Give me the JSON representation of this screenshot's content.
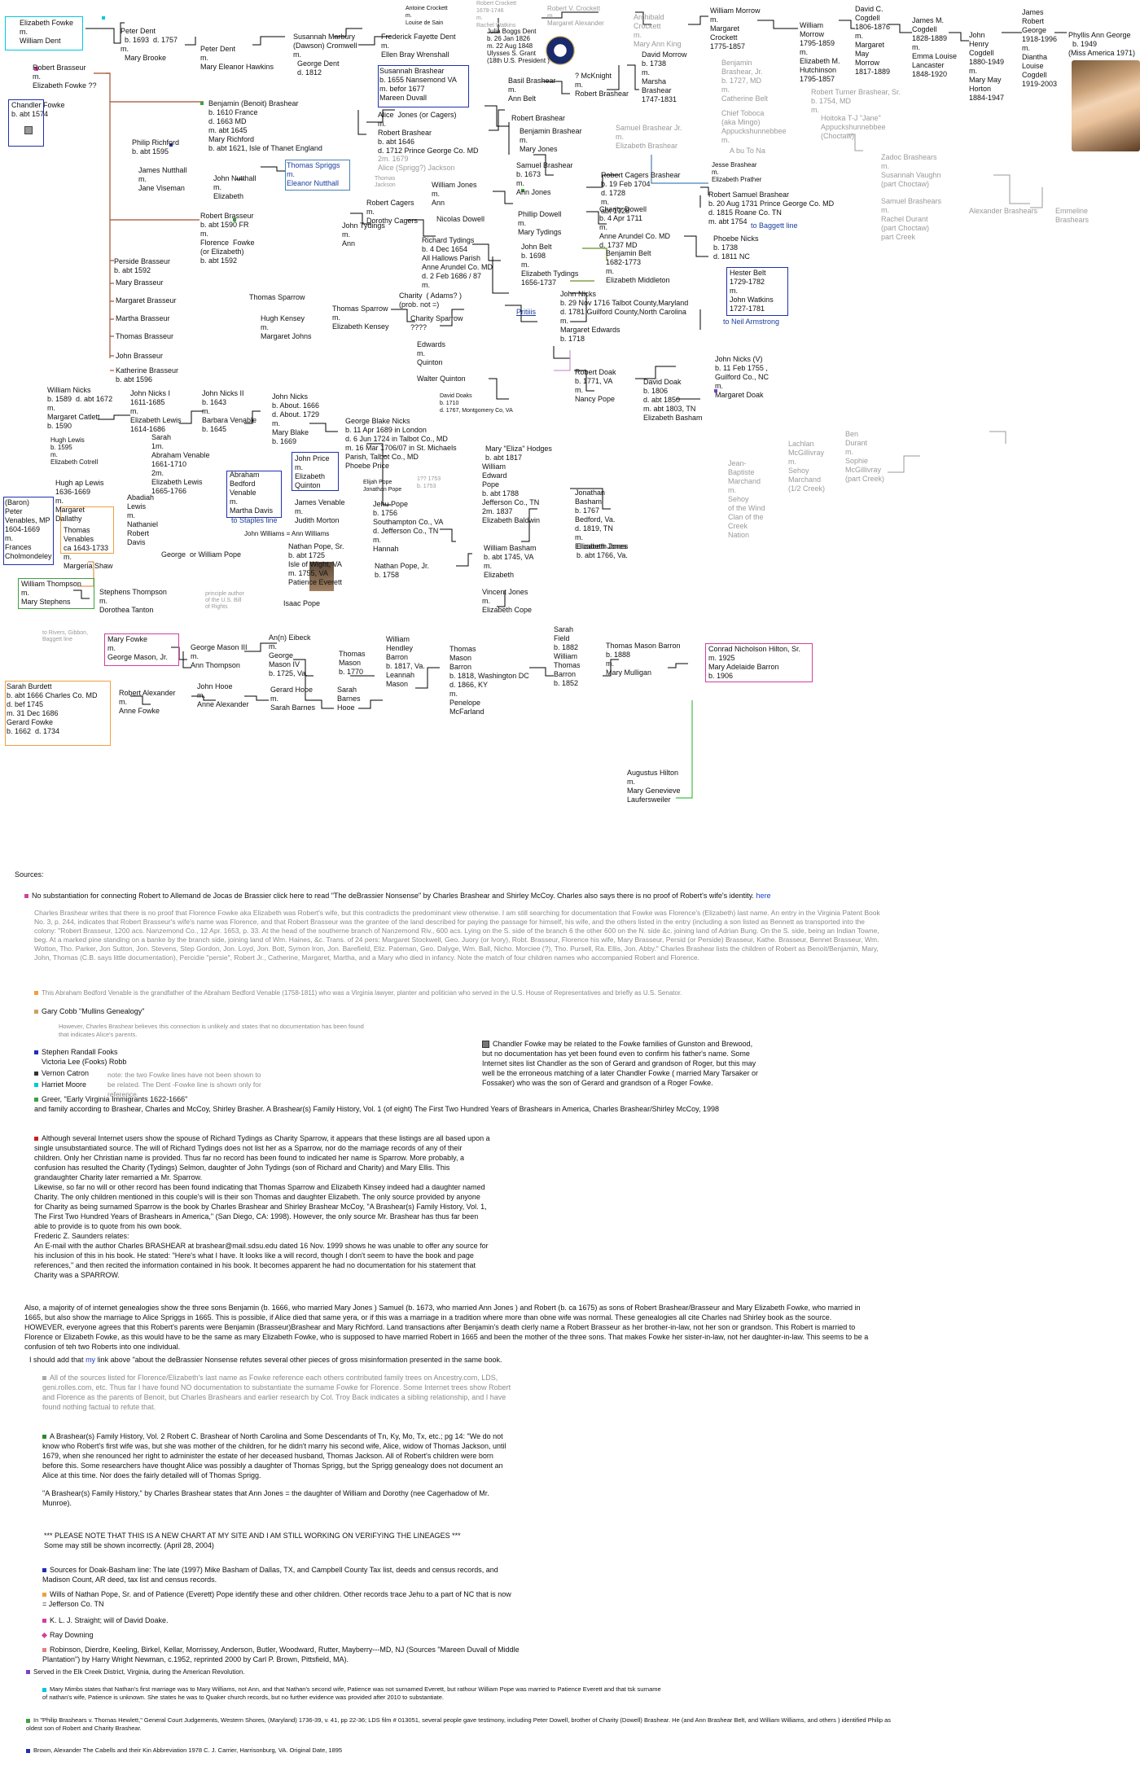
{
  "tree": {
    "elizabeth_fowke": "Elizabeth Fowke\nm.\nWilliam Dent",
    "peter_dent_1": "Peter Dent\n  b. 1693  d. 1757\nm.\n  Mary Brooke",
    "peter_dent_2": "Peter Dent\nm.\nMary Eleanor Hawkins",
    "susannah_marbury": "Susannah Marbury\n(Dawson) Cromwell\nm.\n  George Dent\n  d. 1812",
    "antoine_crockett": "Antoine Crockett\nm.\nLouise de Sain",
    "robert_crockett": "Robert Crockett\n1678-1746\nm.\nRachel Watkins",
    "robert_v_crockett": "Robert V. Crockett\nm.\nMargaret Alexander",
    "archibald_crockett": "Archibald\nCrockett\nm.\nMary Ann King",
    "william_morrow_1": "William Morrow\nm.\nMargaret\nCrockett\n1775-1857",
    "william_morrow_2": "William\nMorrow\n1795-1859\nm.\nElizabeth M.\nHutchinson\n1795-1857",
    "david_cogdell": "David C.\nCogdell\n1806-1876\nm.\nMargaret\nMay\nMorrow\n1817-1889",
    "james_cogdell": "James M.\nCogdell\n1828-1889\nm.\nEmma Louise\nLancaster\n1848-1920",
    "john_cogdell": "John\nHenry\nCogdell\n1880-1949\nm.\nMary May\nHorton\n1884-1947",
    "james_george": "James\nRobert\nGeorge\n1918-1996\nm.\nDiantha\nLouise\nCogdell\n1919-2003",
    "phyllis_george": "Phyllis Ann George\n  b. 1949\n(Miss America 1971)",
    "frederick_dent": "Frederick Fayette Dent\nm.\nEllen Bray Wrenshall",
    "julia_dent": "Julia Boggs Dent\nb. 26 Jan 1826\nm. 22 Aug 1848\nUlysses S. Grant\n(18th U.S. President )",
    "david_morrow": "David Morrow\nb. 1738\nm.\nMarsha\nBrashear\n1747-1831",
    "robert_brasseur": "Robert Brasseur\nm.\nElizabeth Fowke ??",
    "chandler_fowke": "Chandler Fowke\nb. abt 1574",
    "susannah_brashear": "Susannah Brashear\nb. 1655 Nansemond VA\nm. befor 1677\nMareen Duvall",
    "benjamin_brashear": "Benjamin (Benoit) Brashear\nb. 1610 France\nd. 1663 MD\nm. abt 1645\nMary Richford\nb. abt 1621, Isle of Thanet England",
    "philip_richford": "Philip Richford\nb. abt 1595",
    "basil_brashear": "Basil Brashear\nm.\nAnn Belt",
    "mcknight": "? McKnight\nm.\nRobert Brashear",
    "benjamin_brashear_gray": "Benjamin\nBrashear, Jr.\nb. 1727, MD\nm.\nCatherine Belt",
    "robert_turner_brashear": "Robert Turner Brashear, Sr.\nb. 1754, MD\nm.",
    "chief_toboca": "Chief Toboca\n(aka Mingo)\nAppuckshunnebbee\nm.",
    "hoitoka": "Hoitoka T-J \"Jane\"\nAppuckshunnebbee\n(Choctaw)",
    "a_bu_to_na": "A bu To Na",
    "alice_jones": "Alice  Jones (or Cagers)\nm.\nRobert Brashear\nb. abt 1646\nd. 1712 Prince George Co. MD",
    "alice_sprigg": "2m. 1679\nAlice (Sprigg?) Jackson",
    "robert_brashear_r": "Robert Brashear",
    "benjamin_mary_jones": "Benjamin Brashear\nm.\nMary Jones",
    "samuel_brashear_gray": "Samuel Brashear Jr.\nm.\nElizabeth Brashear",
    "samuel_brashear": "Samuel Brashear\nb. 1673\nm.\nAnn Jones",
    "robert_cagers_brashear": "Robert Cagers Brashear\nb. 19 Feb 1704\nd. 1728\nm.\nabt 1728",
    "jesse_brashear": "Jesse Brashear\nm.\nElizabeth Prather",
    "robert_samuel_brashear": "Robert Samuel Brashear\nb. 20 Aug 1731 Prince George Co. MD\nd. 1815 Roane Co. TN\nm. abt 1754",
    "zadoc_brashears": "Zadoc Brashears\nm.\nSusannah Vaughn\n(part Choctaw)",
    "samuel_brashears": "Samuel Brashears\nm.\nRachel Durant\n(part Choctaw)\npart Creek",
    "alexander_brashears": "Alexander Brashears",
    "emmeline_brashears": "Emmeline\nBrashears",
    "james_nutthall": "James Nutthall\nm.\nJane Viseman",
    "john_nutthall": "John Nutthall\nm.\nElizabeth",
    "thomas_sprigg": "Thomas Spriggs\nm.\nEleanor Nutthall",
    "thomas_jackson": "Thomas\nJackson",
    "william_jones": "William Jones\nm.\nAnn",
    "robert_cagers": "Robert Cagers\nm.\nDorothy Cagers",
    "robert_brasseur_2": "Robert Brasseur\nb. abt 1590 FR\nm.\nFlorence  Fowke\n(or Elizabeth)\nb. abt 1592",
    "fowke_gray": "Fowke",
    "nicolas_dowell": "Nicolas Dowell",
    "phillip_dowell": "Phillip Dowell\nm.\nMary Tydings",
    "charity_dowell": "Charity Dowell\nb. 4 Apr 1711\nm.\nAnne Arundel Co. MD\nd. 1737 MD",
    "to_baggett": "to Baggett line",
    "phoebe_nicks": "Phoebe Nicks\nb. 1738\nd. 1811 NC",
    "perside": "Perside Brasseur\nb. abt 1592",
    "mary_b": "Mary Brasseur",
    "margaret_b": "Margaret Brasseur",
    "martha_b": "Martha Brasseur",
    "thomas_b": "Thomas Brasseur",
    "john_b": "John Brasseur",
    "katherine_b": "Katherine Brasseur\nb. abt 1596",
    "john_tydings": "John Tydings\nm.\nAnn",
    "richard_tydings": "Richard Tydings\nb. 4 Dec 1654\nAll Hallows Parish\nAnne Arundel Co. MD\nd. 2 Feb 1686 / 87\nm.",
    "charity_adams": "Charity  ( Adams? )\n(prob. not =)",
    "charity_sparrow": "Charity Sparrow\n????",
    "john_belt": "John Belt\nb. 1698\nm.\nElizabeth Tydings\n1656-1737",
    "benjamin_belt": "Benjamin Belt\n1682-1773\nm.\nElizabeth Middleton",
    "hester_belt": "Hester Belt\n1729-1782\nm.\nJohn Watkins\n1727-1781",
    "to_neil": "to Neil Armstrong",
    "thomas_sparrow_1": "Thomas Sparrow",
    "thomas_sparrow_2": "Thomas Sparrow\nm.\nElizabeth Kensey",
    "hugh_kensey": "Hugh Kensey\nm.\nMargaret Johns",
    "edwards": "Edwards\nm.\nQuinton",
    "walter_quinton": "Walter Quinton",
    "john_nicks_1716": "John Nicks\nb. 29 Nov 1716 Talbot County,Maryland\nd. 1781 Guilford County,North Carolina\nm.\nMargaret Edwards\nb. 1718",
    "john_nicks_v": "John Nicks (V)\nb. 11 Feb 1755 ,\nGuilford Co., NC\nm.\nMargaret Doak",
    "william_nicks": "William Nicks\nb. 1589  d. abt 1672\nm.\nMargaret Catlett\nb. 1590",
    "john_nicks_i": "John Nicks I\n1611-1685\nm.\nElizabeth Lewis\n1614-1686",
    "john_nicks_ii": "John Nicks II\nb. 1643\nm.\nBarbara Venable\nb. 1645",
    "john_nicks_1666": "John Nicks\nb. About. 1666\nd. About. 1729\nm.\nMary Blake\nb. 1669",
    "george_nicks": "George Blake Nicks\nb. 11 Apr 1689 in London\nd. 6 Jun 1724 in Talbot Co., MD\nm. 16 Mar 1706/07 in St. Michaels\nParish, Talbot Co., MD\nPhoebe Price",
    "hugh_lewis": "Hugh Lewis\nb. 1595\nm.\nElizabeth Cotrell",
    "sarah_venable": "Sarah\n1m.\nAbraham Venable\n1661-1710\n2m.\nElizabeth Lewis\n1665-1766",
    "abraham_venable": "Abraham\nBedford\nVenable\nm.\nMartha Davis",
    "to_staples": "to Staples line",
    "john_price": "John Price\nm.\nElizabeth\nQuinton",
    "robert_doak": "Robert Doak\nb. 1771, VA\nm.\nNancy Pope",
    "david_doak": "David Doak\nb. 1806\nd. abt 1850\nm. abt 1803, TN\nElizabeth Basham",
    "david_doaks_small": "David Doaks\nb. 1710\nd. 1767, Montgomery Co, VA",
    "lachlan": "Lachlan\nMcGillivray\nm.\nSehoy\nMarchand\n(1/2 Creek)",
    "jean_marchand": "Jean-\nBaptiste\nMarchand\nm.\nSehoy\nof the Wind\nClan of the\nCreek\nNation",
    "ben_durant": "Ben\nDurant\nm.\nSophie\nMcGillivray\n(part Creek)",
    "mary_hodges": "Mary \"Eliza\" Hodges\nb. abt 1817",
    "william_pope": "William\nEdward\nPope\nb. abt 1788\nJefferson Co., TN\n2m. 1837\nElizabeth Baldwin",
    "jonathan_basham": "Jonathan\nBasham\nb. 1767\nBedford, Va.\nd. 1819, TN\nm.\nElizabeth Jones",
    "elizabeth_jones_dash": "Elizabeth Jones\nb. abt 1766, Va.",
    "hugh_ap_lewis": "Hugh ap Lewis\n1636-1669\nm.\nMargaret\nDallathy",
    "abadiah_lewis": "Abadiah\nLewis\nm.\nNathaniel\nRobert\nDavis",
    "james_venable": "James Venable\nm.\nJudith Morton",
    "elijah_pope": "Elijah Pope\nJonathan Pope",
    "jehu_pope": "Jehu Pope\nb. 1756\nSouthampton Co., VA\nd. Jefferson Co., TN\nm.\nHannah",
    "baron_peter_venables": "(Baron)\nPeter\nVenables, MP\n1604-1669\nm.\nFrances\nCholmondeley",
    "thomas_venables": "Thomas\nVenables\nca 1643-1733\nm.\nMargeria Shaw",
    "john_williams": "John Williams = Ann Williams",
    "nathan_pope_sr": "Nathan Pope, Sr.\nb. abt 1725\nIsle of Wight, VA\nm. 1755, VA\nPatience Everett",
    "nathan_pope_jr": "Nathan Pope, Jr.\nb. 1758",
    "william_basham": "William Basham\nb. abt 1745, VA\nm.\nElizabeth",
    "george_william_pope": "George  or William Pope",
    "isaac_pope": "Isaac Pope",
    "vincent_jones": "Vincent Jones\nm.\nElizabeth Cope",
    "william_thompson": "William Thompson\nm.\nMary Stephens",
    "stephens_thompson": "Stephens Thompson\nm.\nDorothea Tanton",
    "principle_author": "principle author\nof the U.S. Bill\nof Rights",
    "to_rivers": "to Rivers, Gibbon,\nBaggett line",
    "mary_fowke": "Mary Fowke\nm.\nGeorge Mason, Jr.",
    "george_mason_iii": "George Mason III\nm.\nAnn Thompson",
    "an_eibeck": "An(n) Eibeck\nm.\nGeorge\nMason IV\nb. 1725, Va.",
    "thomas_mason": "Thomas\nMason\nb. 1770",
    "william_barron": "William\nHendley\nBarron\nb. 1817, Va.\nLeannah\nMason",
    "thomas_mason_barron": "Thomas\nMason\nBarron\nb. 1818, Washington DC\nd. 1866, KY\nm.\nPenelope\nMcFarland",
    "sarah_field": "Sarah\nField\nb. 1882\nWilliam\nThomas\nBarron\nb. 1852",
    "thomas_mason_barron_2": "Thomas Mason Barron\nb. 1888\nm.\nMary Mulligan",
    "conrad_hilton": "Conrad Nicholson Hilton, Sr.\nm. 1925\nMary Adelaide Barron\nb. 1906",
    "sarah_burdett": "Sarah Burdett\nb. abt 1666 Charles Co. MD\nd. bef 1745\nm. 31 Dec 1686\nGerard Fowke\nb. 1662  d. 1734",
    "robert_alexander": "Robert Alexander\nm.\nAnne Fowke",
    "john_hooe": "John Hooe\nm.\nAnne Alexander",
    "gerard_hooe": "Gerard Hooe\nm.\nSarah Barnes",
    "sarah_barnes_hooe": "Sarah\nBarnes\nHooe",
    "augustus_hilton": "Augustus Hilton\nm.\nMary Genevieve\nLaufersweiler",
    "william_perry": "1?? 1753\nb. 1753"
  },
  "sources": {
    "heading": "Sources:",
    "s1": "No substantiation for connecting Robert to Allemand de Jocas de Brassier click here to read \"The deBrassier Nonsense\" by Charles Brashear and Shirley McCoy.  Charles also says there is no proof of Robert's wife's identity.",
    "s1_link": "here",
    "s2": "Charles Brashear writes that there is no proof that Florence Fowke aka Elizabeth was Robert's wife, but this contradicts the predominant view otherwise.  I am still searching for documentation that Fowke was Florence's (Elizabeth) last name. An entry in the Virginia Patent Book No. 3, p. 244, indicates that Robert Brasseur's wife's name was Florence, and that Robert Brasseur was the grantee of the land described for paying the passage for himself, his wife, and the others listed in the entry (including a son listed as Bennett as transported into the colony: \"Robert Brasseur, 1200 acs. Nanzemond Co., 12 Apr. 1653, p. 33. At the head of the southerne branch of Nanzemond Riv., 600 acs. Lying on the S. side of the branch 6 the other 600 on the N. side &c. joining land of Adrian Bung. On the S. side, being an Indian Towne, beg. At a marked pine standing on a banke by the branch side, joining land of Wm. Haines, &c. Trans. of 24 pers: Margaret Stockwell, Geo. Juory (or Ivory), Robt. Brasseur, Florence his wife, Mary Brasseur, Persid (or Perside) Brasseur, Kathe. Brasseur, Bennet Brasseur, Wm. Wotton, Tho. Parker, Jon Sutton, Jon. Stevens, Step Gordon, Jon. Loyd, Jon. Bott, Symon Iron, Jon. Barefield, Eliz. Pateman, Geo. Dalyge, Wm. Ball, Nicho. Morciee (?), Tho. Pursell, Ra. Ellis, Jon. Abby.\"  Charles Brashear lists the children of Robert as Benoit/Benjamin, Mary, John, Thomas (C.B. says little documentation), Percidie \"persie\", Robert Jr., Catherine, Margaret, Martha, and a Mary who died in infancy.  Note the match of four children names who accompanied Robert and Florence.",
    "s3": "This Abraham Bedford Venable is the grandfather of the Abraham Bedford Venable (1758-1811) who was a Virginia lawyer, planter and politician who served in the U.S. House of Representatives and briefly as U.S. Senator.",
    "s4": "Gary Cobb \"Mullins Genealogy\"",
    "s5": "However, Charles Brashear believes this connection is unlikely and states that  no documentation has been found that indicates Alice's parents.",
    "s6a": "Stephen Randall Fooks",
    "s6b": "Victoria Lee (Fooks) Robb",
    "s7": "Vernon Catron",
    "s8": "Harriet Moore",
    "s8_note": "note: the two Fowke lines have not been shown to be related.  The Dent -Fowke line is shown only for reference.",
    "s9": "Greer, \"Early Virginia Immigrants 1622-1666\"",
    "s10": "and  family according to Brashear, Charles and McCoy, Shirley Brasher. A Brashear(s) Family History, Vol. 1 (of eight) The First Two Hundred Years of Brashears in America, Charles Brashear/Shirley McCoy, 1998",
    "s_chandler": "Chandler Fowke may be related to the Fowke families of Gunston and Brewood, but no documentation has yet been found even to confirm his father's name. Some Internet sites list Chandler as the son of Gerard and grandson of  Roger, but this may well be the erroneous matching of a later Chandler Fowke ( married Mary Tarsaker or Fossaker) who was the son of Gerard and grandson of a Roger Fowke.",
    "s11": "Although several Internet users show the spouse of Richard Tydings as Charity Sparrow, it appears that these listings are all based upon a single unsubstantiated source.  The will of Richard Tydings does not list her as a Sparrow, nor do the marriage records of any of their children. Only her Christian name is provided.  Thus far no record has been found to indicated her name is Sparrow.  More probably, a confusion has resulted the Charity (Tydings) Selmon, daughter of John Tydings (son of Richard and Charity) and Mary Ellis. This grandaughter Charity later remarried a Mr. Sparrow.\nLikewise, so far no will or other record has been found indicating that Thomas Sparrow and Elizabeth Kinsey indeed had a daughter named Charity.  The only children  mentioned in this couple's will is their son Thomas and daughter Elizabeth. The only source provided by anyone for Charity as being surnamed Sparrow is the book by Charles Brashear and Shirley Brashear McCoy, \"A Brashear(s) Family History, Vol. 1, The First Two Hundred Years of Brashears in America,\" (San Diego, CA: 1998). However, the only source Mr. Brashear has thus far been able to provide is to quote from his own book.\n  Frederic Z. Saunders relates:\nAn E-mail with the author Charles BRASHEAR at brashear@mail.sdsu.edu dated 16 Nov. 1999 shows he was unable to offer any source for his inclusion of this in his book.  He stated: \"Here's what I have. It looks like a will record, though I don't seem to have the book and page references,\" and then recited the information contained in his book.  It becomes apparent he had no documentation for his statement that Charity was a SPARROW.",
    "s12": "Also, a majority of of internet genealogies show the three sons Benjamin (b. 1666, who married Mary Jones ) Samuel (b. 1673, who married Ann Jones ) and Robert (b. ca 1675) as sons of Robert Brashear/Brasseur and Mary Elizabeth Fowke, who married in 1665, but also show the marriage to Alice Spriggs in 1665. This is possible, if Alice died  that same yera, or if this was a marriage in a tradition where more than obne wife was normal. These genealogies all cite Charles nad Shirley book as the source. HOWEVER,  everyone agrees that this Robert's parents were Benjamin (Brasseur)Brashear and Mary Richford. Land transactions after Benjamin's death clerly name a Robert Brasseur as her brother-in-law, not her son or grandson. This Robert is married to Florence or Elizabeth Fowke, as this would have to be the same as mary Elizabeth Fowke, who is supposed to have married Robert in 1665 and been the mother of the three sons.  That makes Fowke her sister-in-law, not her daughter-in-law. This seems to be a confusion of teh two Roberts into one individual.",
    "s13": "I should add that my link above  \"about the deBrassier Nonsense refutes several other pieces of gross misinformation presented in the same book.",
    "s13_link": "my",
    "s14": "All of the sources listed for Florence/Elizabeth's last name as Fowke reference each others contributed family trees on Ancestry.com, LDS, geni.rolles.com, etc. Thus far I have found NO documentation to substantiate the surname Fowke for Florence.    Some Internet trees show Robert and Florence as the parents of Benoit, but Charles Brashears and earlier research by Col. Troy Back indicates a sibling relationship, and I have found nothing factual to refute that.",
    "s15": "A Brashear(s) Family History, Vol. 2 Robert C. Brashear of North Carolina and Some Descendants of Tn, Ky, Mo, Tx, etc.; pg 14: \"We do not know who Robert's first wife was, but she was mother of the children, for he didn't marry his second wife, Alice, widow of Thomas Jackson, until 1679, when she renounced her right to administer the estate of her deceased husband, Thomas Jackson. All of Robert's children were born before this. Some researchers have thought Alice was possibly a daughter of Thomas Sprigg, but the Sprigg genealogy does not document an Alice at this time. Nor does the fairly detailed will of Thomas Sprigg.",
    "s16": "\"A Brashear(s) Family History,\" by Charles Brashear states that Ann Jones = the daughter of William and Dorothy (nee Cagerhadow of Mr. Munroe).",
    "s17": "*** PLEASE NOTE THAT THIS IS A NEW CHART AT MY SITE AND I AM STILL WORKING ON VERIFYING THE LINEAGES ***\nSome may still be shown incorrectly. (April 28, 2004)",
    "s18": "Sources for Doak-Basham line: The late (1997) Mike Basham of Dallas, TX, and Campbell County Tax list, deeds and census records, and Madison Count, AR deed, tax list and census records.",
    "s19": "Wills of Nathan Pope, Sr. and of Patience (Everett) Pope identify these and other children.  Other records trace Jehu to a part of NC that is now = Jefferson Co. TN",
    "s20": "K. L. J. Straight; will of David Doake.",
    "s21": "Ray Downing",
    "s22": "Robinson, Dierdre, Keeling, Birkel, Kellar, Morrissey, Anderson, Butler, Woodward, Rutter, Mayberry---MD, NJ (Sources \"Mareen Duvall of Middle Plantation\") by Harry Wright Newman, c.1952, reprinted 2000 by Carl P. Brown, Pittsfield, MA).",
    "s23": "Served in the Elk Creek District, Virginia, during the American Revolution.",
    "s24": "Mary Mimbs states that Nathan's first marriage was to Mary Williams, not Ann, and that Nathan's second wife, Patience was not surnamed Everett, but rathour William Pope was married to Patience Everett and that tsk surname of nathan's wife, Patience is unknown.  She states he was to Quaker church records, but no further evidence was provided after 2010 to substantiate.",
    "s25": "In \"Philip Brashears v. Thomas Hewlett,\" General Court Judgements, Western Shores, (Maryland) 1736-39, v. 41, pp 22-36; LDS film # 013051, several people gave testimony, including Peter Dowell, brother of Charity (Dowell) Brashear. He (and Ann Brashear Belt, and William Williams, and others ) identified Philip as oldest son of Robert and Charity Brashear.",
    "s26": "Brown, Alexander The Cabells and their Kin Abbreviation 1978 C. J. Carrier, Harrisonburg, VA. Original Date, 1895"
  },
  "colors": {
    "brasseur_line": "#a0522d",
    "belt_line": "#6b8e23",
    "basham_line": "#4682b4",
    "cyan_box": "#00c8e0",
    "blue_box": "#2030b0",
    "magenta_box": "#d040a0",
    "orange_box": "#f0a040",
    "green_box": "#40a040",
    "gray_text": "#9a9a9a"
  }
}
